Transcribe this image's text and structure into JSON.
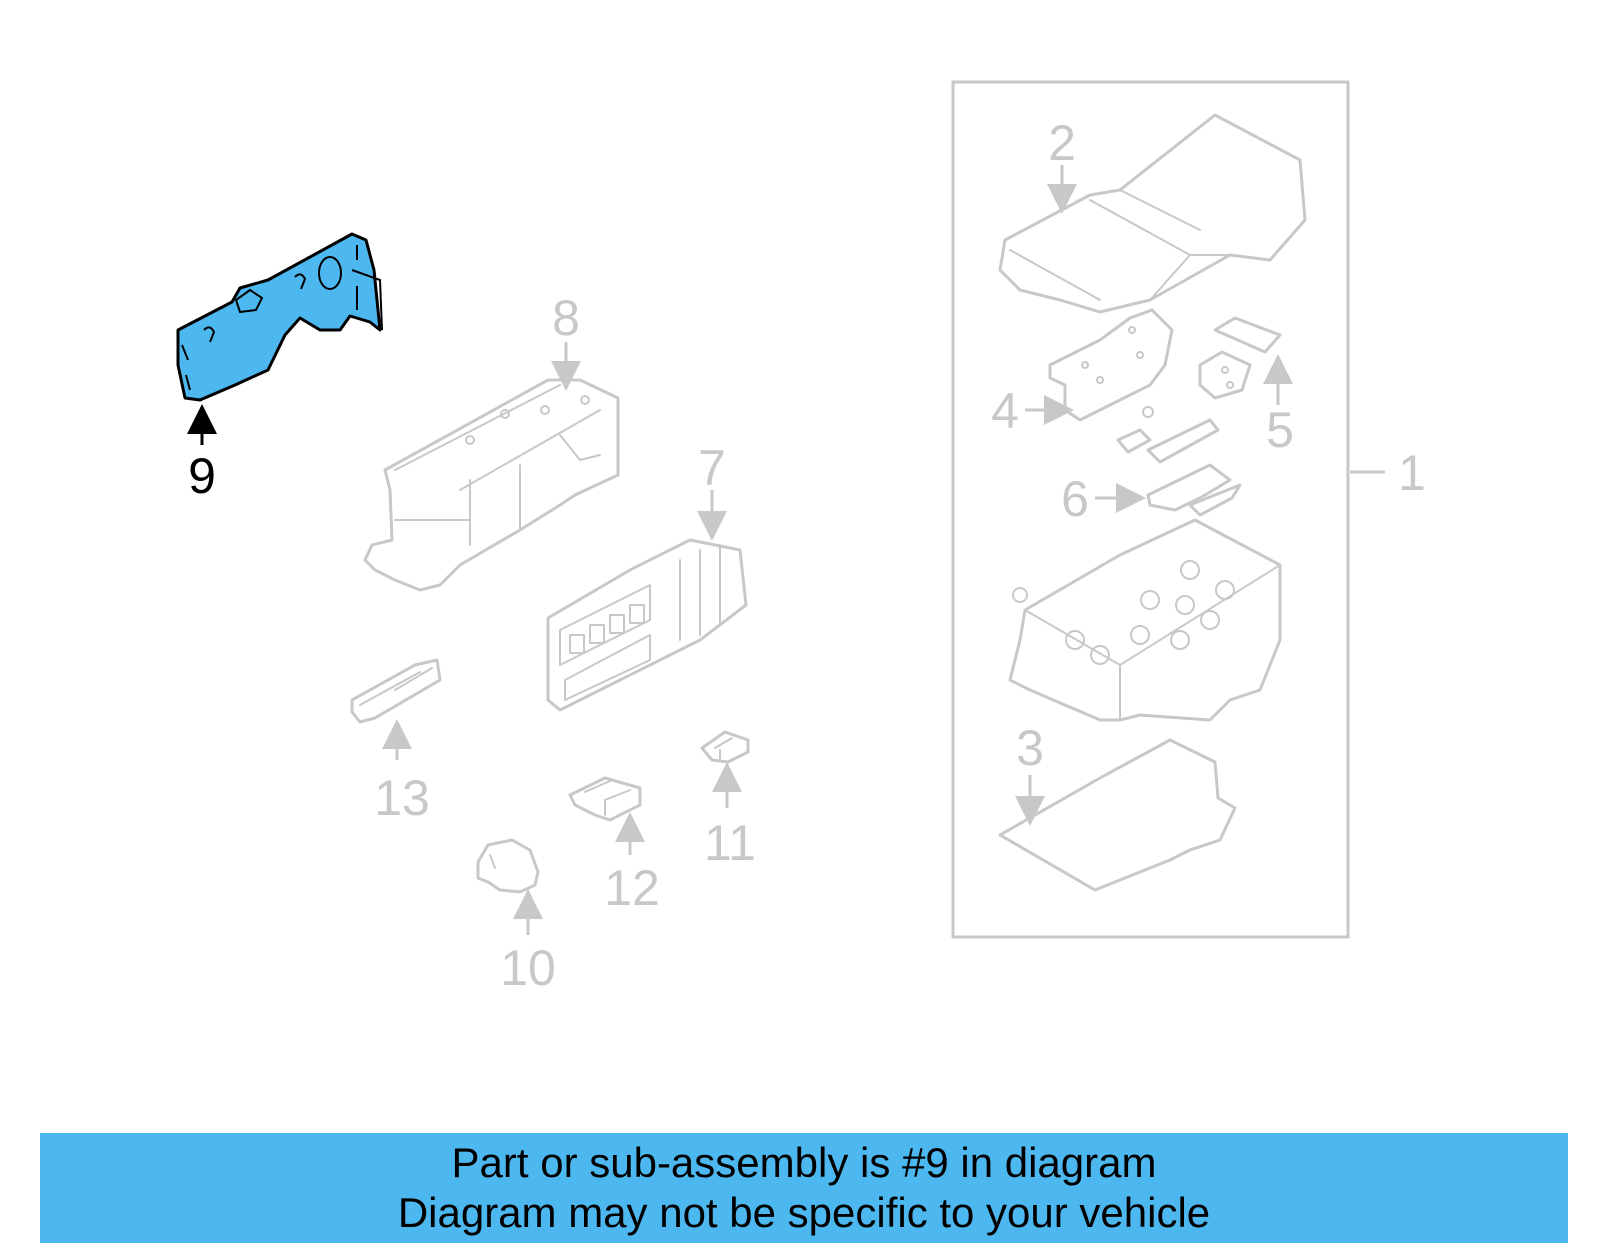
{
  "diagram": {
    "highlight_color": "#4db8f0",
    "ghost_color": "#c8c8c8",
    "callouts": {
      "c1": "1",
      "c2": "2",
      "c3": "3",
      "c4": "4",
      "c5": "5",
      "c6": "6",
      "c7": "7",
      "c8": "8",
      "c9": "9",
      "c10": "10",
      "c11": "11",
      "c12": "12",
      "c13": "13"
    },
    "highlighted_part": "9"
  },
  "banner": {
    "line1": "Part or sub-assembly is #9 in diagram",
    "line2": "Diagram may not be specific to your vehicle"
  }
}
